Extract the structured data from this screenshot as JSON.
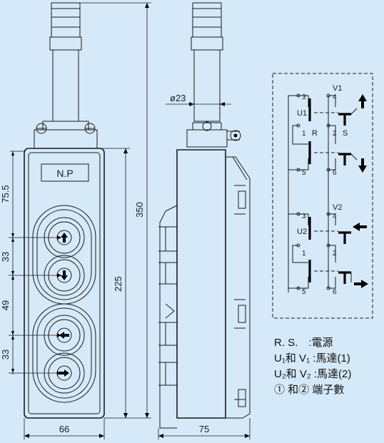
{
  "front_view": {
    "nameplate": "N.P",
    "dim_width": "66",
    "dim_height_total": "350",
    "dim_height_body": "225",
    "dim_top": "75.5",
    "dim_btn_a": "33",
    "dim_mid": "49",
    "dim_btn_b": "33"
  },
  "side_view": {
    "dim_cable": "ø23",
    "dim_depth": "75"
  },
  "circuit": {
    "label_v1": "V1",
    "label_u1": "U1",
    "label_r": "R",
    "label_s": "S",
    "label_v2": "V2",
    "label_u2": "U2",
    "t3a": "3",
    "t4a": "4",
    "t1a": "1",
    "t2a": "2",
    "t5a": "5",
    "t6a": "6",
    "t3b": "3",
    "t4b": "4",
    "t1b": "1",
    "t2b": "2",
    "t5b": "5",
    "t6b": "6"
  },
  "legend": {
    "rs": "R. S.　:電源",
    "m1": "U₁和 V₁ :馬達(1)",
    "m2": "U₂和 V₂ :馬達(2)",
    "term": "① 和② 端子數"
  }
}
